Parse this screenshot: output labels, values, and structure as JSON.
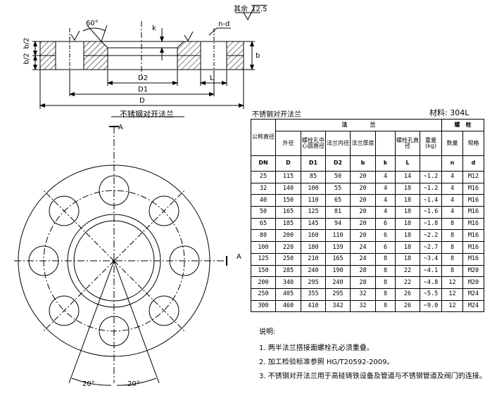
{
  "roughness": {
    "label": "其余",
    "value": "12.5"
  },
  "section": {
    "angle": "60°",
    "k": "k",
    "nd": "n-d",
    "b2_left": "b/2",
    "b2_right": "b/2",
    "b": "b",
    "D2": "D2",
    "D1": "D1",
    "D": "D",
    "L": "L",
    "caption": "不锈钢对开法兰"
  },
  "plan": {
    "section_mark": "A",
    "angle_left": "20°",
    "angle_right": "20°"
  },
  "table": {
    "title": "不锈钢对开法兰",
    "material": "材料: 304L",
    "group_flange": "法　　　　兰",
    "group_bolt": "螺　栓",
    "col_dn": "公称直径",
    "col_D": "外径",
    "col_D1": "螺栓孔中心圆直径",
    "col_D2": "法兰内径",
    "col_b": "法兰厚度",
    "col_k": "",
    "col_L": "螺栓孔直径",
    "col_weight": "重量(kg)",
    "col_n": "数量",
    "col_d": "规格",
    "symbols": [
      "DN",
      "D",
      "D1",
      "D2",
      "b",
      "k",
      "L",
      "",
      "n",
      "d"
    ],
    "rows": [
      [
        "25",
        "115",
        "85",
        "50",
        "20",
        "4",
        "14",
        "~1.2",
        "4",
        "M12"
      ],
      [
        "32",
        "140",
        "100",
        "55",
        "20",
        "4",
        "18",
        "~1.2",
        "4",
        "M16"
      ],
      [
        "40",
        "150",
        "110",
        "65",
        "20",
        "4",
        "18",
        "~1.4",
        "4",
        "M16"
      ],
      [
        "50",
        "165",
        "125",
        "81",
        "20",
        "4",
        "18",
        "~1.6",
        "4",
        "M16"
      ],
      [
        "65",
        "185",
        "145",
        "94",
        "20",
        "6",
        "18",
        "~1.8",
        "8",
        "M16"
      ],
      [
        "80",
        "200",
        "160",
        "110",
        "20",
        "6",
        "18",
        "~2.2",
        "8",
        "M16"
      ],
      [
        "100",
        "220",
        "180",
        "139",
        "24",
        "6",
        "18",
        "~2.7",
        "8",
        "M16"
      ],
      [
        "125",
        "250",
        "210",
        "165",
        "24",
        "8",
        "18",
        "~3.4",
        "8",
        "M16"
      ],
      [
        "150",
        "285",
        "240",
        "190",
        "28",
        "8",
        "22",
        "~4.1",
        "8",
        "M20"
      ],
      [
        "200",
        "340",
        "295",
        "240",
        "28",
        "8",
        "22",
        "~4.8",
        "12",
        "M20"
      ],
      [
        "250",
        "405",
        "355",
        "295",
        "32",
        "8",
        "26",
        "~5.5",
        "12",
        "M24"
      ],
      [
        "300",
        "460",
        "410",
        "342",
        "32",
        "8",
        "26",
        "~9.0",
        "12",
        "M24"
      ]
    ]
  },
  "notes": {
    "heading": "说明:",
    "items": [
      "1.  两半法兰搭接面螺栓孔必须重叠。",
      "2.  加工检验标准参照 HG/T20592-2009。",
      "3.  不锈钢对开法兰用于高硅铸铁设备及管道与不锈钢管道及阀门的连接。"
    ]
  }
}
